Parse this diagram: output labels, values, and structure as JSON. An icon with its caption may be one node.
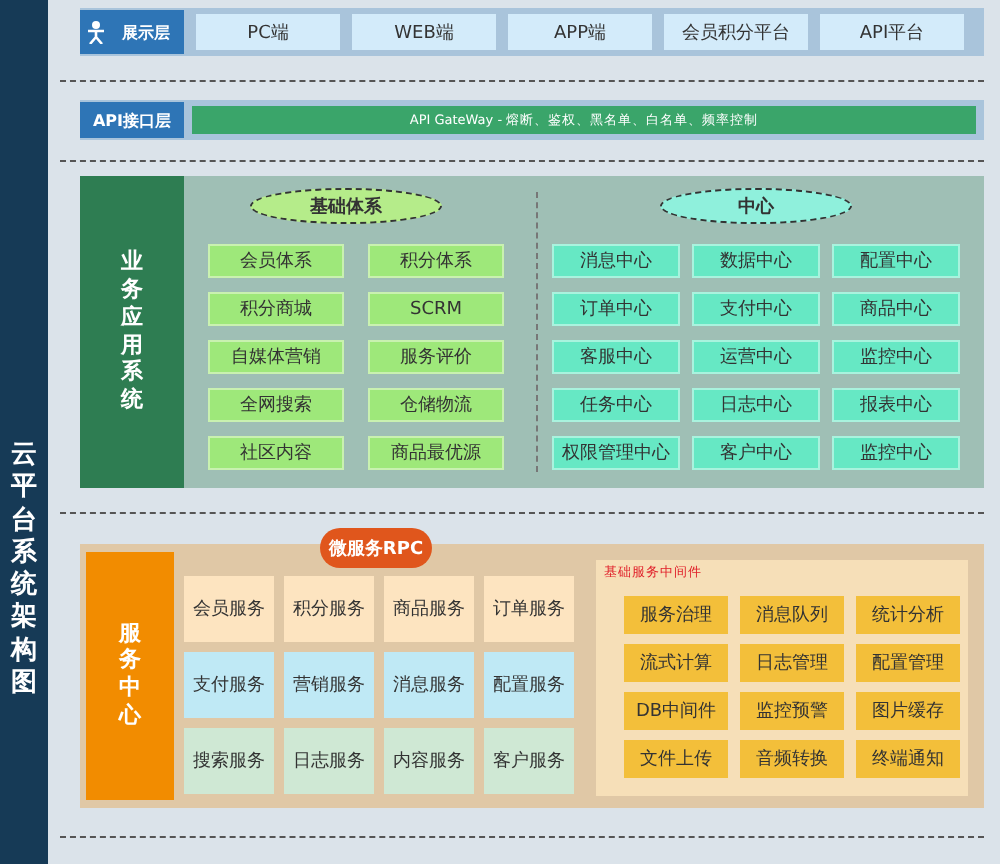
{
  "diagram": {
    "nodes": [
      {
        "text": [
          "云平台系统架构图"
        ]
      },
      {
        "text": [
          "展示层"
        ]
      },
      {
        "text": [
          "PC端"
        ],
        "in": 1
      },
      {
        "text": [
          "WEB端"
        ],
        "in": 1
      },
      {
        "text": [
          "APP端"
        ],
        "in": 1
      },
      {
        "text": [
          "会员积分平台"
        ],
        "in": 1
      },
      {
        "text": [
          "API平台"
        ],
        "in": 1
      },
      {
        "text": [
          "API接口层"
        ]
      },
      {
        "text": [
          "API GateWay - 熔断、鉴权、黑名单、白名单、频率控制"
        ],
        "in": 7
      },
      {
        "text": [
          "业务应用系统"
        ]
      },
      {
        "text": [
          "基础体系"
        ],
        "in": 9
      },
      {
        "text": [
          "会员体系"
        ],
        "in": 9
      },
      {
        "text": [
          "积分体系"
        ],
        "in": 9
      },
      {
        "text": [
          "积分商城"
        ],
        "in": 9
      },
      {
        "text": [
          "SCRM"
        ],
        "in": 9
      },
      {
        "text": [
          "自媒体营销"
        ],
        "in": 9
      },
      {
        "text": [
          "服务评价"
        ],
        "in": 9
      },
      {
        "text": [
          "全网搜索"
        ],
        "in": 9
      },
      {
        "text": [
          "仓储物流"
        ],
        "in": 9
      },
      {
        "text": [
          "社区内容"
        ],
        "in": 9
      },
      {
        "text": [
          "商品最优源"
        ],
        "in": 9
      },
      {
        "text": [
          "中心"
        ],
        "in": 9
      },
      {
        "text": [
          "消息中心"
        ],
        "in": 9
      },
      {
        "text": [
          "数据中心"
        ],
        "in": 9
      },
      {
        "text": [
          "配置中心"
        ],
        "in": 9
      },
      {
        "text": [
          "订单中心"
        ],
        "in": 9
      },
      {
        "text": [
          "支付中心"
        ],
        "in": 9
      },
      {
        "text": [
          "商品中心"
        ],
        "in": 9
      },
      {
        "text": [
          "客服中心"
        ],
        "in": 9
      },
      {
        "text": [
          "运营中心"
        ],
        "in": 9
      },
      {
        "text": [
          "监控中心"
        ],
        "in": 9
      },
      {
        "text": [
          "任务中心"
        ],
        "in": 9
      },
      {
        "text": [
          "日志中心"
        ],
        "in": 9
      },
      {
        "text": [
          "报表中心"
        ],
        "in": 9
      },
      {
        "text": [
          "权限管理中心"
        ],
        "in": 9
      },
      {
        "text": [
          "客户中心"
        ],
        "in": 9
      },
      {
        "text": [
          "监控中心"
        ],
        "in": 9
      },
      {
        "text": [
          "服务中心"
        ]
      },
      {
        "text": [
          "微服务RPC"
        ],
        "in": 37
      },
      {
        "text": [
          "会员服务"
        ],
        "in": 37
      },
      {
        "text": [
          "积分服务"
        ],
        "in": 37
      },
      {
        "text": [
          "商品服务"
        ],
        "in": 37
      },
      {
        "text": [
          "订单服务"
        ],
        "in": 37
      },
      {
        "text": [
          "支付服务"
        ],
        "in": 37
      },
      {
        "text": [
          "营销服务"
        ],
        "in": 37
      },
      {
        "text": [
          "消息服务"
        ],
        "in": 37
      },
      {
        "text": [
          "配置服务"
        ],
        "in": 37
      },
      {
        "text": [
          "搜索服务"
        ],
        "in": 37
      },
      {
        "text": [
          "日志服务"
        ],
        "in": 37
      },
      {
        "text": [
          "内容服务"
        ],
        "in": 37
      },
      {
        "text": [
          "客户服务"
        ],
        "in": 37
      },
      {
        "text": [
          "基础服务中间件"
        ],
        "in": 37
      },
      {
        "text": [
          "服务治理"
        ],
        "in": 51
      },
      {
        "text": [
          "消息队列"
        ],
        "in": 51
      },
      {
        "text": [
          "统计分析"
        ],
        "in": 51
      },
      {
        "text": [
          "流式计算"
        ],
        "in": 51
      },
      {
        "text": [
          "日志管理"
        ],
        "in": 51
      },
      {
        "text": [
          "配置管理"
        ],
        "in": 51
      },
      {
        "text": [
          "DB中间件"
        ],
        "in": 51
      },
      {
        "text": [
          "监控预警"
        ],
        "in": 51
      },
      {
        "text": [
          "图片缓存"
        ],
        "in": 51
      },
      {
        "text": [
          "文件上传"
        ],
        "in": 51
      },
      {
        "text": [
          "音频转换"
        ],
        "in": 51
      },
      {
        "text": [
          "终端通知"
        ],
        "in": 51
      }
    ],
    "edges": []
  }
}
